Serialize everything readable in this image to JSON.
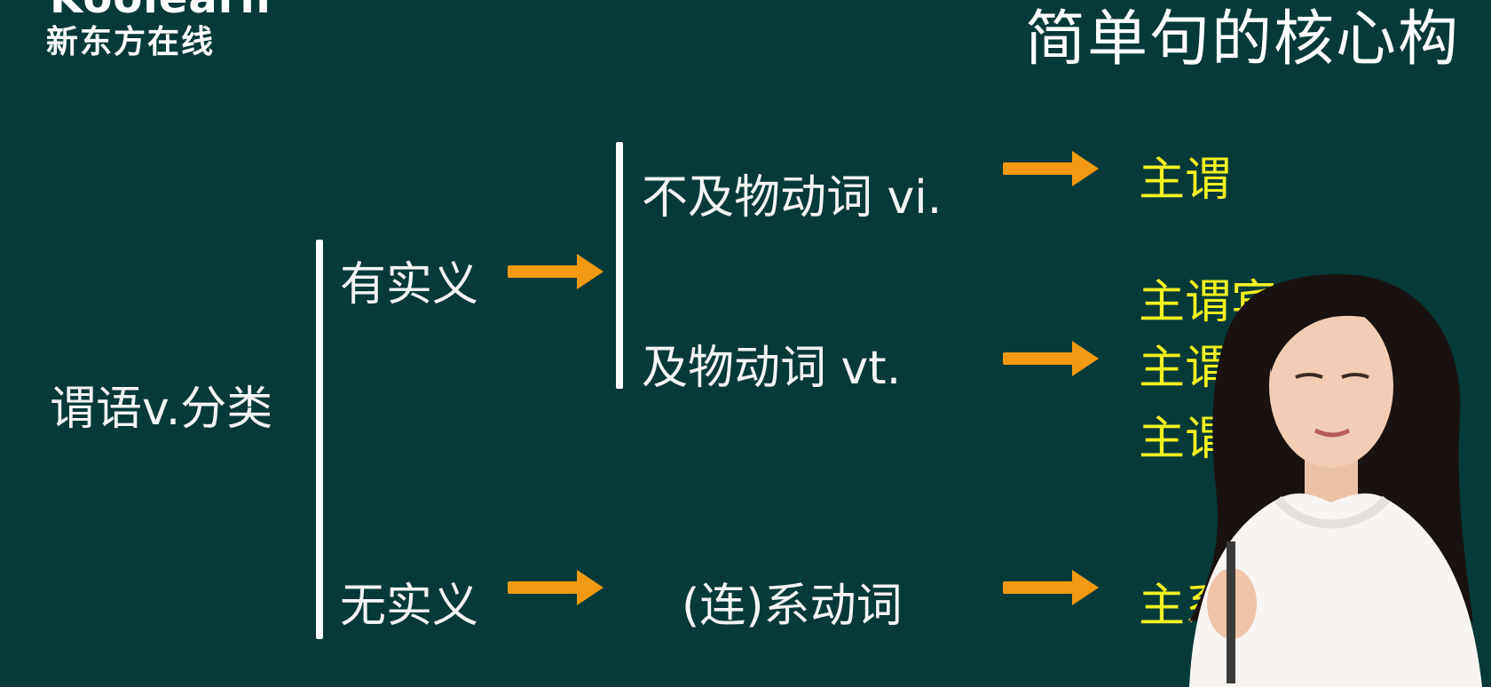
{
  "logo": {
    "brand_en": "Koolearn",
    "brand_cn": "新东方在线"
  },
  "title": "简单句的核心构",
  "diagram": {
    "root": "谓语v.分类",
    "branch_meaningful": "有实义",
    "branch_nonmeaningful": "无实义",
    "vi": "不及物动词 vi.",
    "vt": "及物动词 vt.",
    "linking": "(连)系动词",
    "results": {
      "vi_result": "主谓",
      "vt_result_1": "主谓宾",
      "vt_result_2": "主谓双宾",
      "vt_result_3": "主谓宾补",
      "linking_result": "主系表"
    }
  },
  "colors": {
    "background": "#063a38",
    "text_white": "#f4f4f4",
    "text_yellow": "#f2f020",
    "arrow_orange": "#f39a12"
  }
}
